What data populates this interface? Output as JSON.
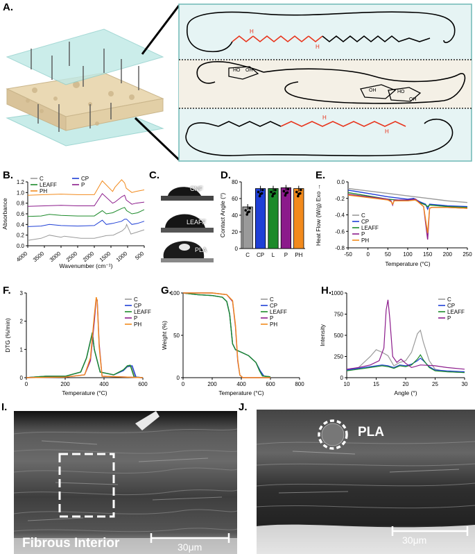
{
  "panels": {
    "A": "A.",
    "B": "B.",
    "C": "C.",
    "D": "D.",
    "E": "E.",
    "F": "F.",
    "G": "G.",
    "H": "H.",
    "I": "I.",
    "J": "J."
  },
  "colors": {
    "C": "#9a9a9a",
    "CP": "#1f3fd6",
    "LEAFF": "#1c8a2a",
    "P": "#8b1a8b",
    "PH": "#f28a1c",
    "link_red": "#e8341c",
    "teal_bg": "#e6f4f4",
    "beige_bg": "#f4f0e6"
  },
  "charts": {
    "B": {
      "chart_data": {
        "type": "line",
        "xlabel": "Wavenumber (cm⁻¹)",
        "ylabel": "Absorbance",
        "xlim": [
          4000,
          500
        ],
        "ylim": [
          0,
          1.2
        ],
        "xticks": [
          "4000",
          "3500",
          "3000",
          "2500",
          "2000",
          "1500",
          "1000",
          "500"
        ],
        "yticks": [
          "0.0",
          "0.2",
          "0.4",
          "0.6",
          "0.8",
          "1.0",
          "1.2"
        ],
        "legend": [
          "C",
          "CP",
          "LEAFF",
          "P",
          "PH"
        ],
        "series": [
          {
            "name": "C",
            "x": [
              4000,
              3600,
              3350,
              3000,
              2900,
              2400,
              2000,
              1640,
              1430,
              1160,
              1060,
              1030,
              900,
              700,
              500
            ],
            "y": [
              0.1,
              0.14,
              0.2,
              0.16,
              0.18,
              0.14,
              0.14,
              0.19,
              0.2,
              0.28,
              0.34,
              0.4,
              0.22,
              0.26,
              0.3
            ]
          },
          {
            "name": "CP",
            "x": [
              4000,
              3600,
              3350,
              3000,
              2500,
              2000,
              1760,
              1640,
              1450,
              1180,
              1090,
              1030,
              870,
              700,
              500
            ],
            "y": [
              0.36,
              0.37,
              0.4,
              0.38,
              0.37,
              0.38,
              0.48,
              0.4,
              0.42,
              0.46,
              0.5,
              0.5,
              0.4,
              0.42,
              0.46
            ]
          },
          {
            "name": "LEAFF",
            "x": [
              4000,
              3600,
              3350,
              3000,
              2500,
              2000,
              1760,
              1640,
              1450,
              1180,
              1090,
              1030,
              870,
              700,
              500
            ],
            "y": [
              0.55,
              0.56,
              0.59,
              0.57,
              0.56,
              0.56,
              0.66,
              0.6,
              0.62,
              0.7,
              0.72,
              0.66,
              0.6,
              0.62,
              0.68
            ]
          },
          {
            "name": "P",
            "x": [
              4000,
              3500,
              3000,
              2500,
              2000,
              1760,
              1450,
              1380,
              1180,
              1090,
              1040,
              870,
              750,
              500
            ],
            "y": [
              0.74,
              0.75,
              0.76,
              0.75,
              0.75,
              0.98,
              0.8,
              0.82,
              0.92,
              0.95,
              0.86,
              0.78,
              0.8,
              0.82
            ]
          },
          {
            "name": "PH",
            "x": [
              4000,
              3500,
              3000,
              2500,
              2000,
              1760,
              1450,
              1380,
              1180,
              1090,
              1040,
              870,
              750,
              500
            ],
            "y": [
              0.95,
              0.96,
              0.97,
              0.96,
              0.96,
              1.22,
              1.02,
              1.1,
              1.24,
              1.18,
              1.08,
              1.0,
              1.02,
              1.05
            ]
          }
        ]
      }
    },
    "C": {
      "labels": [
        "CNF",
        "LEAFF",
        "PLA"
      ]
    },
    "D": {
      "chart_data": {
        "type": "bar",
        "ylabel": "Contact Angle (°)",
        "categories": [
          "C",
          "CP",
          "L",
          "P",
          "PH"
        ],
        "values": [
          50,
          72,
          72,
          73,
          72
        ],
        "ylim": [
          0,
          80
        ],
        "yticks": [
          "0",
          "20",
          "40",
          "60",
          "80"
        ]
      }
    },
    "E": {
      "chart_data": {
        "type": "line",
        "xlabel": "Temperature (°C)",
        "ylabel": "Heat Flow (W/g) Exo →",
        "xlim": [
          -50,
          250
        ],
        "ylim": [
          -0.8,
          0.0
        ],
        "xticks": [
          "-50",
          "0",
          "50",
          "100",
          "150",
          "200",
          "250"
        ],
        "yticks": [
          "0.0",
          "-0.2",
          "-0.4",
          "-0.6",
          "-0.8"
        ],
        "legend": [
          "C",
          "CP",
          "LEAFF",
          "P",
          "PH"
        ],
        "series": [
          {
            "name": "C",
            "x": [
              -50,
              0,
              50,
              100,
              150,
              200,
              250
            ],
            "y": [
              -0.08,
              -0.11,
              -0.14,
              -0.17,
              -0.2,
              -0.23,
              -0.25
            ]
          },
          {
            "name": "CP",
            "x": [
              -50,
              0,
              50,
              100,
              115,
              130,
              145,
              150,
              155,
              200,
              250
            ],
            "y": [
              -0.1,
              -0.14,
              -0.18,
              -0.21,
              -0.2,
              -0.24,
              -0.27,
              -0.33,
              -0.27,
              -0.29,
              -0.3
            ]
          },
          {
            "name": "LEAFF",
            "x": [
              -50,
              0,
              50,
              100,
              115,
              130,
              145,
              150,
              155,
              200,
              250
            ],
            "y": [
              -0.13,
              -0.17,
              -0.21,
              -0.23,
              -0.21,
              -0.25,
              -0.28,
              -0.3,
              -0.28,
              -0.3,
              -0.31
            ]
          },
          {
            "name": "P",
            "x": [
              -50,
              0,
              50,
              58,
              62,
              66,
              100,
              120,
              140,
              150,
              155,
              160,
              200,
              250
            ],
            "y": [
              -0.15,
              -0.18,
              -0.21,
              -0.23,
              -0.28,
              -0.22,
              -0.22,
              -0.21,
              -0.3,
              -0.7,
              -0.32,
              -0.31,
              -0.31,
              -0.32
            ]
          },
          {
            "name": "PH",
            "x": [
              -50,
              0,
              50,
              58,
              62,
              66,
              100,
              120,
              140,
              150,
              155,
              160,
              200,
              250
            ],
            "y": [
              -0.16,
              -0.19,
              -0.22,
              -0.24,
              -0.27,
              -0.23,
              -0.23,
              -0.22,
              -0.3,
              -0.62,
              -0.32,
              -0.31,
              -0.31,
              -0.32
            ]
          }
        ]
      }
    },
    "F": {
      "chart_data": {
        "type": "line",
        "xlabel": "Temperature (°C)",
        "ylabel": "DTG (%/min)",
        "xlim": [
          0,
          600
        ],
        "ylim": [
          0,
          3
        ],
        "xticks": [
          "0",
          "200",
          "400",
          "600"
        ],
        "yticks": [
          "0",
          "1",
          "2",
          "3"
        ],
        "legend": [
          "C",
          "CP",
          "LEAFF",
          "P",
          "PH"
        ],
        "series": [
          {
            "name": "C",
            "x": [
              0,
              100,
              200,
              280,
              310,
              330,
              340,
              350,
              380,
              450,
              500,
              520,
              540,
              560,
              600
            ],
            "y": [
              0,
              0.05,
              0.05,
              0.2,
              0.7,
              1.3,
              1.6,
              1.0,
              0.2,
              0.1,
              0.25,
              0.38,
              0.4,
              0.02,
              0
            ],
            "series_shape": "C"
          },
          {
            "name": "CP",
            "x": [
              0,
              100,
              200,
              280,
              310,
              330,
              340,
              350,
              380,
              450,
              500,
              520,
              545,
              565,
              600
            ],
            "y": [
              0,
              0.05,
              0.05,
              0.2,
              0.7,
              1.3,
              1.55,
              1.0,
              0.2,
              0.1,
              0.25,
              0.4,
              0.42,
              0.02,
              0
            ]
          },
          {
            "name": "LEAFF",
            "x": [
              0,
              100,
              200,
              280,
              310,
              330,
              340,
              350,
              380,
              450,
              500,
              520,
              535,
              555,
              600
            ],
            "y": [
              0,
              0.05,
              0.05,
              0.2,
              0.7,
              1.3,
              1.6,
              1.0,
              0.2,
              0.1,
              0.28,
              0.42,
              0.44,
              0.02,
              0
            ]
          },
          {
            "name": "P",
            "x": [
              0,
              100,
              200,
              300,
              330,
              350,
              360,
              365,
              375,
              390,
              600
            ],
            "y": [
              0,
              0.01,
              0.02,
              0.1,
              0.6,
              2.0,
              2.8,
              2.75,
              1.2,
              0.05,
              0
            ]
          },
          {
            "name": "PH",
            "x": [
              0,
              100,
              200,
              300,
              330,
              350,
              360,
              365,
              375,
              390,
              600
            ],
            "y": [
              0,
              0.01,
              0.02,
              0.1,
              0.7,
              2.2,
              2.85,
              2.7,
              1.1,
              0.05,
              0
            ]
          }
        ]
      }
    },
    "G": {
      "chart_data": {
        "type": "line",
        "xlabel": "Temperature (°C)",
        "ylabel": "Weight (%)",
        "xlim": [
          0,
          800
        ],
        "ylim": [
          0,
          100
        ],
        "xticks": [
          "0",
          "200",
          "400",
          "600",
          "800"
        ],
        "yticks": [
          "0",
          "50",
          "100"
        ],
        "legend": [
          "C",
          "CP",
          "LEAFF",
          "P",
          "PH"
        ],
        "series": [
          {
            "name": "C",
            "x": [
              0,
              100,
              200,
              270,
              300,
              320,
              340,
              360,
              400,
              450,
              500,
              530,
              550,
              600
            ],
            "y": [
              100,
              98,
              97,
              95,
              90,
              75,
              40,
              33,
              30,
              26,
              18,
              8,
              2,
              1
            ]
          },
          {
            "name": "CP",
            "x": [
              0,
              100,
              200,
              270,
              300,
              320,
              340,
              360,
              400,
              450,
              500,
              530,
              555,
              600
            ],
            "y": [
              100,
              98,
              97,
              95,
              90,
              75,
              40,
              33,
              30,
              26,
              18,
              8,
              2,
              1
            ]
          },
          {
            "name": "LEAFF",
            "x": [
              0,
              100,
              200,
              270,
              300,
              320,
              340,
              360,
              400,
              450,
              500,
              525,
              545,
              600
            ],
            "y": [
              100,
              98,
              97,
              95,
              90,
              75,
              40,
              33,
              30,
              26,
              18,
              8,
              2,
              1
            ]
          },
          {
            "name": "P",
            "x": [
              0,
              100,
              200,
              300,
              340,
              360,
              375,
              390,
              410,
              600
            ],
            "y": [
              100,
              100,
              100,
              98,
              90,
              60,
              20,
              3,
              0,
              0
            ]
          },
          {
            "name": "PH",
            "x": [
              0,
              100,
              200,
              300,
              340,
              360,
              375,
              390,
              410,
              600
            ],
            "y": [
              100,
              100,
              100,
              98,
              91,
              62,
              22,
              3,
              0,
              0
            ]
          }
        ]
      }
    },
    "H": {
      "chart_data": {
        "type": "line",
        "xlabel": "Angle (°)",
        "ylabel": "Intensity",
        "xlim": [
          10,
          30
        ],
        "ylim": [
          0,
          1000
        ],
        "xticks": [
          "10",
          "15",
          "20",
          "25",
          "30"
        ],
        "yticks": [
          "0",
          "250",
          "500",
          "750",
          "1000"
        ],
        "legend": [
          "C",
          "CP",
          "LEAFF",
          "P"
        ],
        "series": [
          {
            "name": "C",
            "x": [
              10,
              12,
              14,
              15,
              16,
              17,
              18,
              19,
              20,
              21,
              22,
              22.5,
              23,
              24,
              25,
              27,
              30
            ],
            "y": [
              80,
              120,
              250,
              330,
              300,
              260,
              140,
              180,
              200,
              300,
              520,
              560,
              420,
              200,
              100,
              70,
              60
            ]
          },
          {
            "name": "CP",
            "x": [
              10,
              12,
              14,
              16,
              17,
              18,
              19,
              20,
              21,
              22,
              22.5,
              23,
              24,
              25,
              27,
              30
            ],
            "y": [
              90,
              110,
              130,
              150,
              140,
              120,
              150,
              140,
              160,
              200,
              230,
              200,
              130,
              90,
              80,
              70
            ]
          },
          {
            "name": "LEAFF",
            "x": [
              10,
              12,
              14,
              16,
              17,
              18,
              19,
              20,
              21,
              22,
              22.5,
              23,
              24,
              25,
              27,
              30
            ],
            "y": [
              80,
              100,
              120,
              140,
              130,
              110,
              140,
              130,
              150,
              220,
              270,
              210,
              120,
              80,
              70,
              60
            ]
          },
          {
            "name": "P",
            "x": [
              10,
              12,
              14,
              15.5,
              16.3,
              16.7,
              17,
              17.3,
              17.8,
              18.5,
              19.2,
              20,
              21,
              22.5,
              25,
              27,
              30
            ],
            "y": [
              100,
              120,
              150,
              200,
              350,
              800,
              920,
              700,
              250,
              180,
              220,
              170,
              120,
              150,
              140,
              120,
              100
            ]
          }
        ]
      }
    }
  },
  "sem": {
    "I_label": "Fibrous Interior",
    "I_scale": "30μm",
    "J_label": "PLA",
    "J_scale": "30μm"
  }
}
